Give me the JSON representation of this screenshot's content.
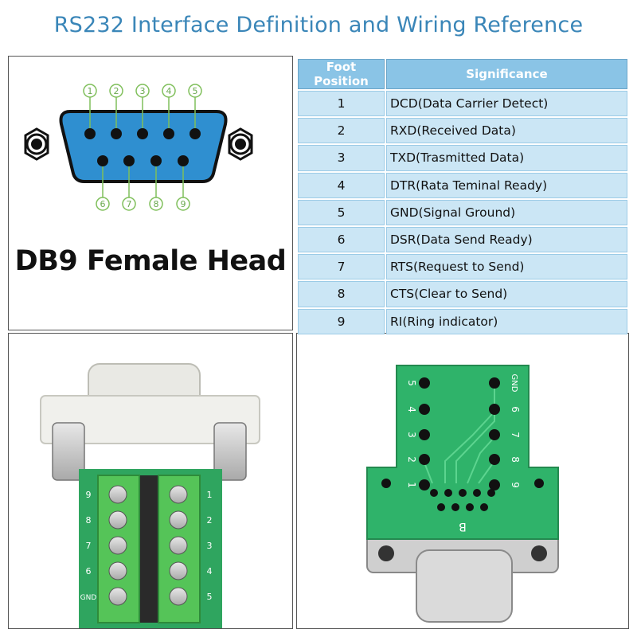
{
  "title": "RS232 Interface Definition and Wiring Reference",
  "connector_label": "DB9 Female Head",
  "table": {
    "headers": [
      "Foot Position",
      "Significance"
    ],
    "rows": [
      {
        "pos": "1",
        "sig": "DCD(Data Carrier Detect)"
      },
      {
        "pos": "2",
        "sig": "RXD(Received Data)"
      },
      {
        "pos": "3",
        "sig": "TXD(Trasmitted Data)"
      },
      {
        "pos": "4",
        "sig": "DTR(Rata Teminal Ready)"
      },
      {
        "pos": "5",
        "sig": "GND(Signal Ground)"
      },
      {
        "pos": "6",
        "sig": "DSR(Data Send Ready)"
      },
      {
        "pos": "7",
        "sig": "RTS(Request to Send)"
      },
      {
        "pos": "8",
        "sig": "CTS(Clear to Send)"
      },
      {
        "pos": "9",
        "sig": "RI(Ring indicator)"
      }
    ]
  },
  "pin_numbers_top": [
    "1",
    "2",
    "3",
    "4",
    "5"
  ],
  "pin_numbers_bottom": [
    "6",
    "7",
    "8",
    "9"
  ],
  "terminal_left_labels": [
    "9",
    "8",
    "7",
    "6",
    "GND"
  ],
  "terminal_right_labels": [
    "1",
    "2",
    "3",
    "4",
    "5"
  ],
  "pcb_left_labels": [
    "5",
    "4",
    "3",
    "2",
    "1"
  ],
  "pcb_right_labels": [
    "GND",
    "6",
    "7",
    "8",
    "9"
  ],
  "pcb_mark": "B",
  "colors": {
    "title": "#3a86b8",
    "header_bg": "#8ac4e6",
    "row_bg": "#cbe6f5",
    "connector_blue": "#2f8fd0",
    "pin_ring_green": "#7fbf5a",
    "pcb_green": "#2fb36a",
    "terminal_green": "#55c458"
  }
}
